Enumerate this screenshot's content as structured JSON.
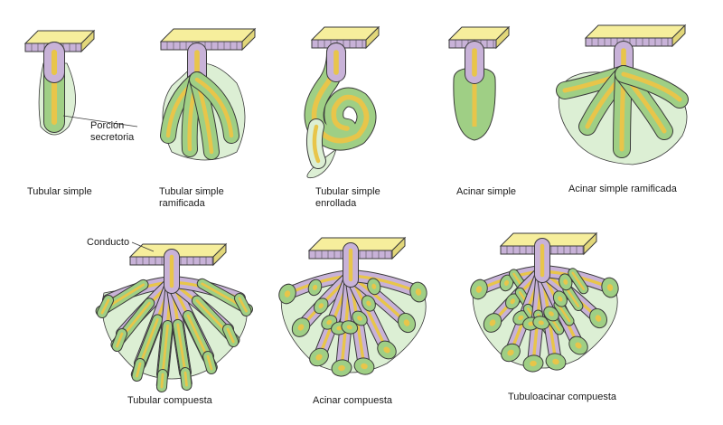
{
  "colors": {
    "surface": "#f6ee9c",
    "surface_side": "#e2d77a",
    "duct_cells": "#c8b2d8",
    "secretory_cells": "#9fcf85",
    "lumen": "#e8c54a",
    "halo": "#dcefd4",
    "outline": "#3a3a3a"
  },
  "labels": {
    "secretory_portion": [
      "Porción",
      "secretoria"
    ],
    "duct": "Conducto"
  },
  "glands": [
    {
      "id": "tubular-simple",
      "lines": [
        "Tubular simple"
      ]
    },
    {
      "id": "tubular-simple-ramificada",
      "lines": [
        "Tubular simple",
        "ramificada"
      ]
    },
    {
      "id": "tubular-simple-enrollada",
      "lines": [
        "Tubular simple",
        "enrollada"
      ]
    },
    {
      "id": "acinar-simple",
      "lines": [
        "Acinar simple"
      ]
    },
    {
      "id": "acinar-simple-ramificada",
      "lines": [
        "Acinar simple ramificada"
      ]
    },
    {
      "id": "tubular-compuesta",
      "lines": [
        "Tubular compuesta"
      ]
    },
    {
      "id": "acinar-compuesta",
      "lines": [
        "Acinar compuesta"
      ]
    },
    {
      "id": "tubuloacinar-compuesta",
      "lines": [
        "Tubuloacinar compuesta"
      ]
    }
  ]
}
